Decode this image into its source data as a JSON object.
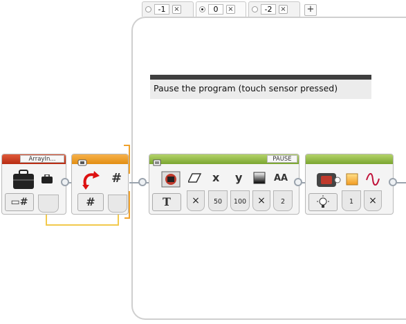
{
  "case_tabs": [
    {
      "value": "-1",
      "selected": false
    },
    {
      "value": "0",
      "selected": true
    },
    {
      "value": "-2",
      "selected": false
    }
  ],
  "add_tab_label": "+",
  "tab_close_label": "×",
  "comment": {
    "text": "Pause the program (touch sensor pressed)"
  },
  "blocks": {
    "array_in": {
      "label": "ArrayIn...",
      "mode_symbol": "#"
    },
    "loop_interrupt": {
      "output_symbol": "#",
      "input_symbol": "#"
    },
    "display": {
      "label": "PAUSE",
      "mode_icon": "T",
      "params": [
        "×",
        "50",
        "100",
        "×",
        "2"
      ],
      "param_icons": [
        "x",
        "y",
        "AA"
      ]
    },
    "brick_status_light": {
      "params": [
        "1",
        "×"
      ]
    }
  },
  "colors": {
    "red_header": "#c83b1f",
    "orange_header": "#eb9b2a",
    "green_header": "#8db843",
    "wire_orange": "#f0a12b",
    "wire_yellow": "#f2c94c"
  }
}
